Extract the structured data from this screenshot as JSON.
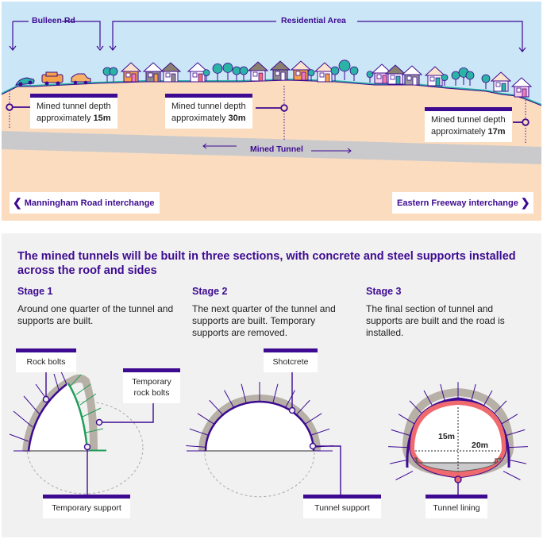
{
  "top": {
    "labels": {
      "bulleen_rd": "Bulleen Rd",
      "residential_area": "Residential Area",
      "mined_tunnel": "Mined Tunnel"
    },
    "depths": [
      {
        "line1": "Mined tunnel depth",
        "prefix": "approximately ",
        "value": "15m"
      },
      {
        "line1": "Mined tunnel depth",
        "prefix": "approximately ",
        "value": "30m"
      },
      {
        "line1": "Mined tunnel depth",
        "prefix": "approximately ",
        "value": "17m"
      }
    ],
    "interchanges": {
      "left": "Manningham Road interchange",
      "right": "Eastern Freeway interchange"
    }
  },
  "bottom": {
    "headline": "The mined tunnels will be built in three sections, with concrete and steel supports installed across the roof and sides",
    "stages": [
      {
        "title": "Stage 1",
        "desc": "Around one quarter of the tunnel and supports are built."
      },
      {
        "title": "Stage 2",
        "desc": "The next quarter of the tunnel and supports are built. Temporary supports are removed."
      },
      {
        "title": "Stage 3",
        "desc": "The final section of tunnel and supports are built and the road is installed."
      }
    ],
    "callouts": {
      "rock_bolts": "Rock bolts",
      "temporary_rock_bolts": "Temporary rock bolts",
      "temporary_support": "Temporary support",
      "shotcrete": "Shotcrete",
      "tunnel_support": "Tunnel support",
      "tunnel_lining": "Tunnel lining"
    },
    "dimensions": {
      "height": "15m",
      "width": "20m"
    }
  },
  "colors": {
    "brand_purple": "#3d0a91",
    "sky": "#cbe6f7",
    "ground": "#fcdcbf",
    "tunnel_grey": "#cacacc",
    "lining_red": "#ef6a6e",
    "temporary_green": "#1f9e5a",
    "shotcrete": "#b7b0a6"
  }
}
